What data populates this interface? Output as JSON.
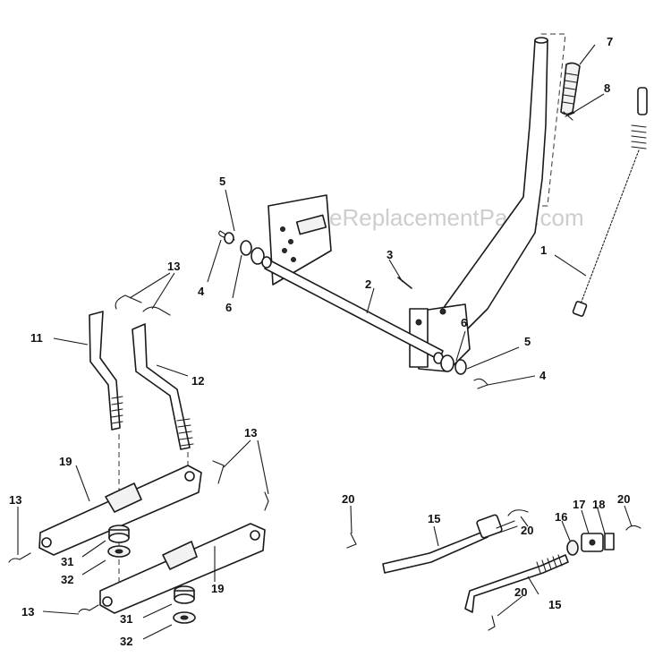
{
  "watermark": "eReplacementParts.com",
  "callouts": {
    "c1": "1",
    "c2": "2",
    "c3": "3",
    "c4a": "4",
    "c4b": "4",
    "c5a": "5",
    "c5b": "5",
    "c6a": "6",
    "c6b": "6",
    "c7": "7",
    "c8": "8",
    "c11": "11",
    "c12": "12",
    "c13a": "13",
    "c13b": "13",
    "c13c": "13",
    "c13d": "13",
    "c15a": "15",
    "c15b": "15",
    "c16": "16",
    "c17": "17",
    "c18": "18",
    "c19a": "19",
    "c19b": "19",
    "c20a": "20",
    "c20b": "20",
    "c20c": "20",
    "c20d": "20",
    "c31a": "31",
    "c31b": "31",
    "c32a": "32",
    "c32b": "32"
  }
}
